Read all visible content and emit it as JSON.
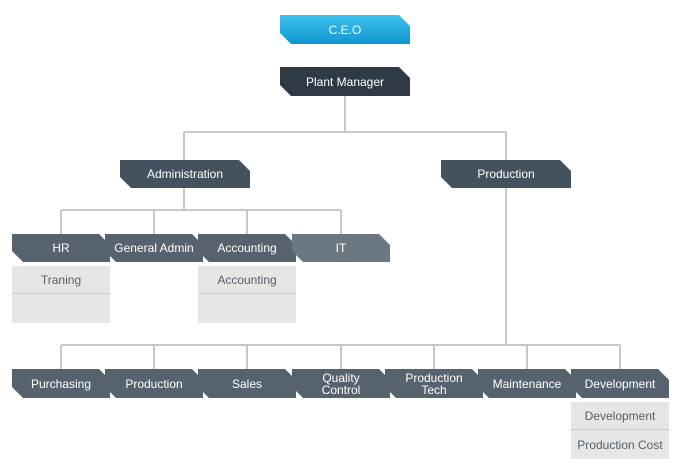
{
  "colors": {
    "ceo": "#1196d2",
    "box_dark": "#2f3a46",
    "box_mid": "#44525f",
    "box_light": "#6b7882",
    "line": "#c8c8c8",
    "sub_bg": "#e6e6e6"
  },
  "org": {
    "ceo": "C.E.O",
    "plant_manager": "Plant Manager",
    "administration": "Administration",
    "production_dept": "Production",
    "admin_units": {
      "hr": "HR",
      "general_admin": "General Admin",
      "accounting": "Accounting",
      "it": "IT"
    },
    "hr_sub": [
      "Traning",
      ""
    ],
    "accounting_sub": [
      "Accounting",
      ""
    ],
    "production_units": {
      "purchasing": "Purchasing",
      "production": "Production",
      "sales": "Sales",
      "quality_control": "Quality\nControl",
      "production_tech": "Production\nTech",
      "maintenance": "Maintenance",
      "development": "Development"
    },
    "development_sub": [
      "Development",
      "Production Cost"
    ]
  }
}
